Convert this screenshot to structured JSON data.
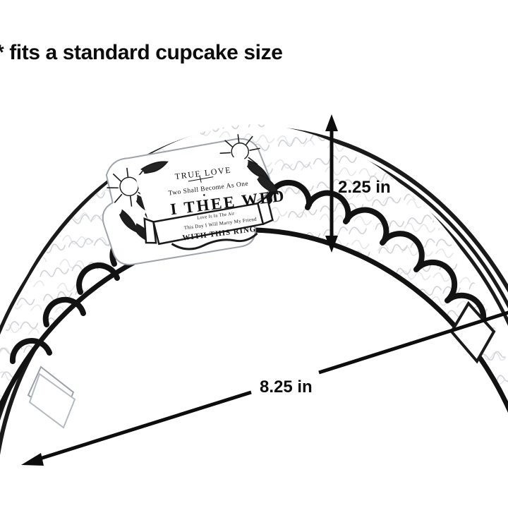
{
  "page": {
    "background_color": "#ffffff",
    "heading": "* fits a standard cupcake size",
    "heading_note": "leading asterisk is clipped at the left image edge"
  },
  "product": {
    "name": "wedding-cupcake-wrapper",
    "description": "Stack of scalloped-edge cupcake wrappers fanned into an arc, printed with faint cursive script and topped with an ornate vintage label",
    "paper_color": "#ffffff",
    "ink_color": "#111111",
    "script_texture_color": "#c9ccd2",
    "edge_style": "scalloped"
  },
  "label": {
    "name": "i-thee-wed-label",
    "lines": [
      {
        "key": "line1",
        "text": "TRUE LOVE",
        "style": "serif-caps"
      },
      {
        "key": "divider1",
        "text": "+",
        "style": "cross-divider"
      },
      {
        "key": "line2",
        "text": "Two Shall Become As One",
        "style": "serif-smallcaps"
      },
      {
        "key": "divider2",
        "text": "·",
        "style": "dot-divider"
      },
      {
        "key": "line3",
        "text": "I THEE WED",
        "style": "display-slab"
      },
      {
        "key": "line4",
        "text": "Love Is In The Air",
        "style": "tiny-smallcaps"
      },
      {
        "key": "line5",
        "text": "This Day I Will Marry My Friend",
        "style": "tiny-smallcaps"
      },
      {
        "key": "line6",
        "text": "WITH THIS RING",
        "style": "banner-caps"
      }
    ],
    "ornament": "floral-engraving"
  },
  "dimensions": {
    "height": {
      "value": "2.25 in",
      "orientation": "vertical",
      "arrow": "double-headed"
    },
    "width": {
      "value": "8.25 in",
      "orientation": "diagonal",
      "arrow": "double-headed"
    }
  },
  "colors": {
    "ink": "#111111",
    "paper": "#ffffff",
    "script": "#c9ccd2",
    "shadow": "#d7d9dd"
  }
}
